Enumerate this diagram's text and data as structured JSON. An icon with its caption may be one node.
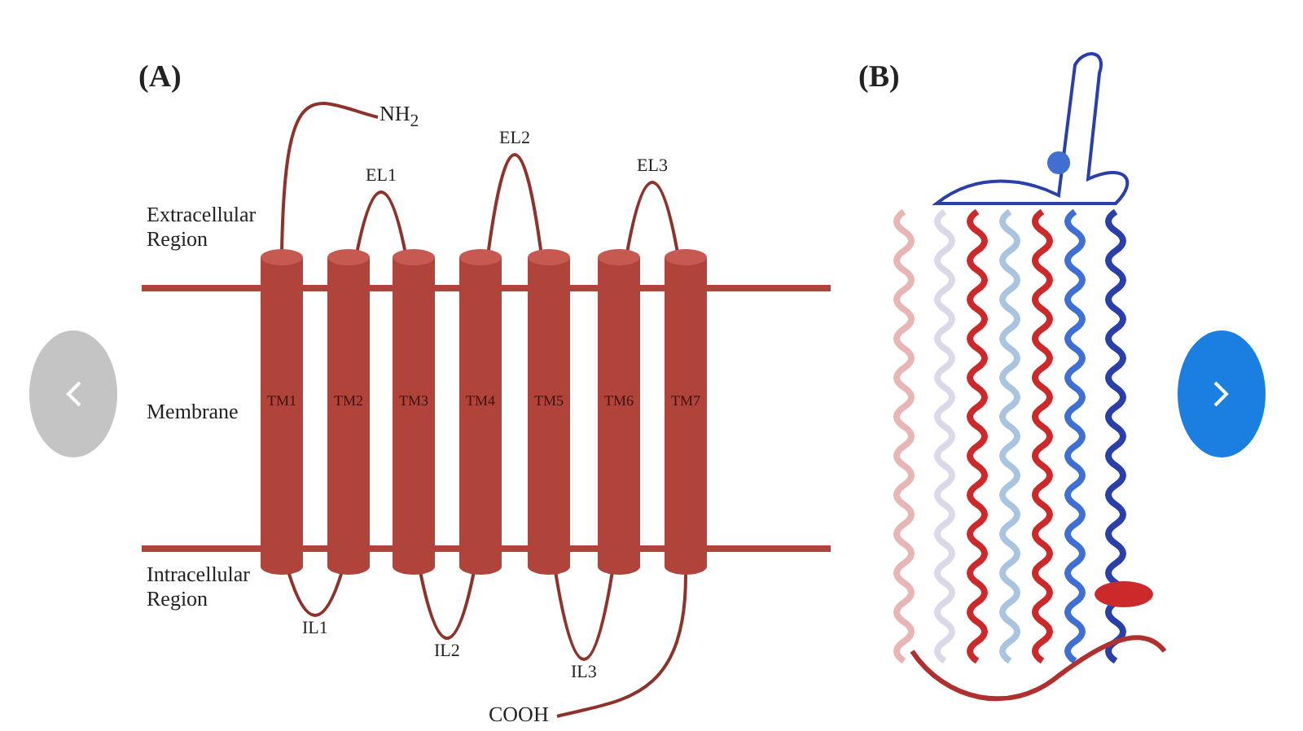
{
  "diagram": {
    "nodes": [
      {
        "text": [
          "NH$_{2}$"
        ]
      },
      {
        "text": [
          "TM1"
        ]
      },
      {
        "text": [
          "TM2"
        ]
      },
      {
        "text": [
          "TM3"
        ]
      },
      {
        "text": [
          "TM4"
        ]
      },
      {
        "text": [
          "TM5"
        ]
      },
      {
        "text": [
          "TM6"
        ]
      },
      {
        "text": [
          "TM7"
        ]
      },
      {
        "text": [
          "COOH"
        ]
      }
    ],
    "edges": [
      {
        "from": 1,
        "to": 0,
        "arrow": "none"
      },
      {
        "from": 2,
        "to": 3,
        "arrow": "none",
        "label": "EL1"
      },
      {
        "from": 4,
        "to": 5,
        "arrow": "none",
        "label": "EL2"
      },
      {
        "from": 6,
        "to": 7,
        "arrow": "none",
        "label": "EL3"
      },
      {
        "from": 1,
        "to": 2,
        "arrow": "none",
        "label": "IL1"
      },
      {
        "from": 3,
        "to": 4,
        "arrow": "none",
        "label": "IL2"
      },
      {
        "from": 5,
        "to": 6,
        "arrow": "none",
        "label": "IL3"
      },
      {
        "from": 7,
        "to": 8,
        "arrow": "none"
      }
    ],
    "labels": [
      "(A)",
      "(B)",
      "Extracellular Region",
      "Membrane",
      "Intracellular Region"
    ]
  }
}
